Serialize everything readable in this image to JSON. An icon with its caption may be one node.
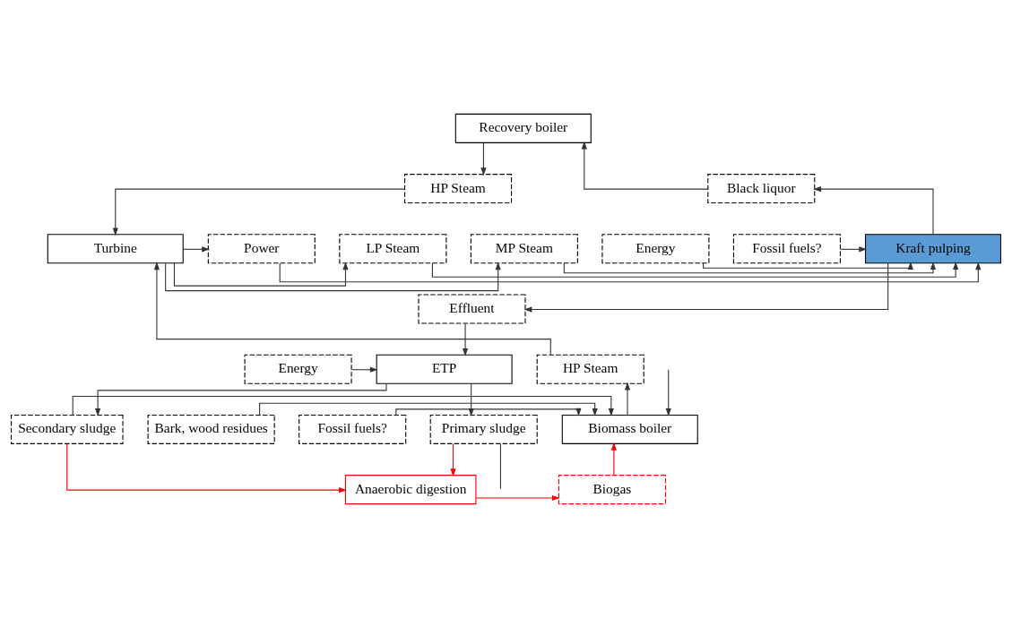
{
  "diagram": {
    "nodes": [
      {
        "text": [
          "Recovery boiler"
        ]
      },
      {
        "text": [
          "Black liquor"
        ]
      },
      {
        "text": [
          "HP Steam"
        ]
      },
      {
        "text": [
          "MP Steam"
        ]
      },
      {
        "text": [
          "Fossil fuels?"
        ]
      },
      {
        "text": [
          "Kraft pulping"
        ]
      },
      {
        "text": [
          "LP Steam"
        ]
      },
      {
        "text": [
          "Turbine"
        ]
      },
      {
        "text": [
          "Energy"
        ]
      },
      {
        "text": [
          "Power"
        ]
      },
      {
        "text": [
          "Effluent"
        ]
      },
      {
        "text": [
          "Energy"
        ]
      },
      {
        "text": [
          "ETP"
        ]
      },
      {
        "text": [
          "HP Steam"
        ]
      },
      {
        "text": [
          "Primary sludge"
        ]
      },
      {
        "text": [
          "Secondary sludge"
        ]
      },
      {
        "text": [
          "Biomass boiler"
        ]
      },
      {
        "text": [
          "Bark, wood residues"
        ]
      },
      {
        "text": [
          "Fossil fuels?"
        ]
      },
      {
        "text": [
          "Anaerobic digestion"
        ]
      },
      {
        "text": [
          "Biogas"
        ]
      }
    ],
    "edges": [
      {
        "from": 5,
        "to": 1,
        "arrow": "to"
      },
      {
        "from": 1,
        "to": 0,
        "arrow": "to"
      },
      {
        "from": 0,
        "to": 2,
        "arrow": "to"
      },
      {
        "from": 2,
        "to": 7,
        "arrow": "to"
      },
      {
        "from": 7,
        "to": 3,
        "arrow": "to"
      },
      {
        "from": 7,
        "to": 6,
        "arrow": "to"
      },
      {
        "from": 7,
        "to": 9,
        "arrow": "to"
      },
      {
        "from": 3,
        "to": 5,
        "arrow": "to"
      },
      {
        "from": 6,
        "to": 5,
        "arrow": "to"
      },
      {
        "from": 9,
        "to": 5,
        "arrow": "to"
      },
      {
        "from": 4,
        "to": 5,
        "arrow": "to"
      },
      {
        "from": 8,
        "to": 5,
        "arrow": "to"
      },
      {
        "from": 5,
        "to": 10,
        "arrow": "to"
      },
      {
        "from": 10,
        "to": 12,
        "arrow": "to"
      },
      {
        "from": 11,
        "to": 12,
        "arrow": "to"
      },
      {
        "from": 12,
        "to": 14,
        "arrow": "to"
      },
      {
        "from": 12,
        "to": 15,
        "arrow": "to"
      },
      {
        "from": 15,
        "to": 16,
        "arrow": "to"
      },
      {
        "from": 15,
        "to": 19,
        "arrow": "to",
        "color": "#ff0000"
      },
      {
        "from": 14,
        "to": 19,
        "arrow": "to",
        "color": "#ff0000"
      },
      {
        "from": 19,
        "to": 20,
        "arrow": "to",
        "color": "#ff0000"
      },
      {
        "from": 20,
        "to": 16,
        "arrow": "to",
        "color": "#ff0000"
      },
      {
        "from": 16,
        "to": 13,
        "arrow": "to"
      },
      {
        "from": 13,
        "to": 7,
        "arrow": "to"
      },
      {
        "from": 17,
        "to": 16,
        "arrow": "to"
      },
      {
        "from": 18,
        "to": 16,
        "arrow": "to"
      },
      {
        "from": 14,
        "to": null,
        "arrow": "none"
      },
      {
        "from": null,
        "to": 16,
        "arrow": "to"
      }
    ]
  }
}
